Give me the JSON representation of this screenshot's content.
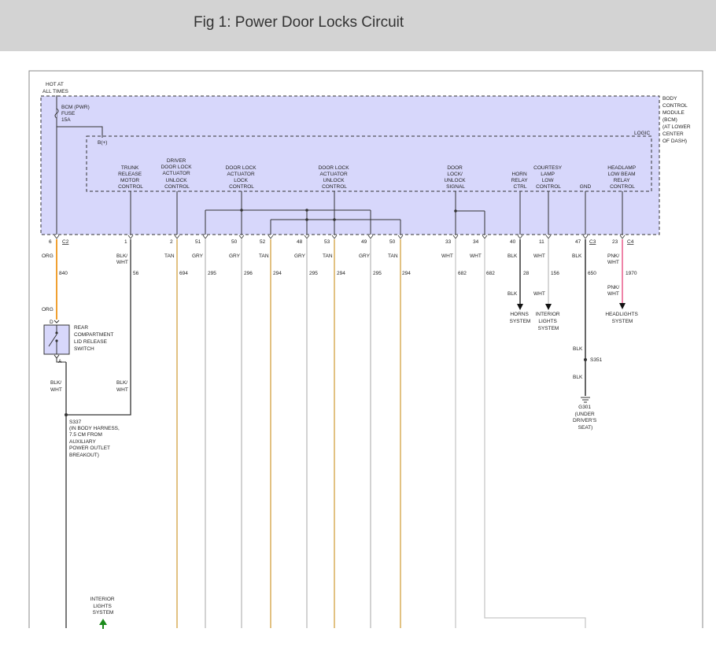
{
  "page": {
    "title": "Fig 1: Power Door Locks Circuit"
  },
  "diagram": {
    "power_source": {
      "label_line1": "HOT AT",
      "label_line2": "ALL TIMES"
    },
    "fuse": {
      "line1": "BCM (PWR)",
      "line2": "FUSE",
      "line3": "15A"
    },
    "bcm": {
      "label_lines": [
        "BODY",
        "CONTROL",
        "MODULE",
        "(BCM)",
        "(AT LOWER",
        "CENTER",
        "OF DASH)"
      ],
      "logic_label": "LOGIC",
      "supply_label": "B(+)"
    },
    "functions": [
      {
        "lines": [
          "TRUNK",
          "RELEASE",
          "MOTOR",
          "CONTROL"
        ]
      },
      {
        "lines": [
          "DRIVER",
          "DOOR LOCK",
          "ACTUATOR",
          "UNLOCK",
          "CONTROL"
        ]
      },
      {
        "lines": [
          "DOOR LOCK",
          "ACTUATOR",
          "LOCK",
          "CONTROL"
        ]
      },
      {
        "lines": [
          "DOOR LOCK",
          "ACTUATOR",
          "UNLOCK",
          "CONTROL"
        ]
      },
      {
        "lines": [
          "DOOR",
          "LOCK/",
          "UNLOCK",
          "SIGNAL"
        ]
      },
      {
        "lines": [
          "HORN",
          "RELAY",
          "CTRL"
        ]
      },
      {
        "lines": [
          "COURTESY",
          "LAMP",
          "LOW",
          "CONTROL"
        ]
      },
      {
        "lines": [
          "GND"
        ]
      },
      {
        "lines": [
          "HEADLAMP",
          "LOW BEAM",
          "RELAY",
          "CONTROL"
        ]
      }
    ],
    "pins": [
      "6",
      "1",
      "2",
      "51",
      "50",
      "52",
      "48",
      "53",
      "49",
      "50",
      "33",
      "34",
      "40",
      "11",
      "47",
      "23"
    ],
    "connectors": [
      "C2",
      "C3",
      "C4"
    ],
    "wire_colors": [
      "ORG",
      "BLK/",
      "WHT",
      "TAN",
      "GRY",
      "GRY",
      "TAN",
      "GRY",
      "TAN",
      "GRY",
      "TAN",
      "WHT",
      "WHT",
      "BLK",
      "WHT",
      "BLK",
      "PNK/",
      "WHT"
    ],
    "circuits": [
      "840",
      "56",
      "694",
      "295",
      "296",
      "294",
      "295",
      "294",
      "295",
      "294",
      "682",
      "682",
      "28",
      "156",
      "650",
      "1970"
    ],
    "switch": {
      "pre_color": "ORG",
      "pin_top": "D",
      "pin_bottom": "A",
      "label_lines": [
        "REAR",
        "COMPARTMENT",
        "LID RELEASE",
        "SWITCH"
      ]
    },
    "below_switch": {
      "left_color": [
        "BLK/",
        "WHT"
      ],
      "right_color": [
        "BLK/",
        "WHT"
      ]
    },
    "splice_s337": {
      "lines": [
        "S337",
        "(IN BODY HARNESS,",
        "7.5 CM FROM",
        "AUXILIARY",
        "POWER OUTLET",
        "BREAKOUT)"
      ]
    },
    "destinations": {
      "horns": {
        "color": "BLK",
        "lines": [
          "HORNS",
          "SYSTEM"
        ]
      },
      "interior_upper": {
        "color": "WHT",
        "lines": [
          "INTERIOR",
          "LIGHTS",
          "SYSTEM"
        ]
      },
      "headlights": {
        "color": [
          "PNK/",
          "WHT"
        ],
        "lines": [
          "HEADLIGHTS",
          "SYSTEM"
        ]
      },
      "interior_lower": {
        "lines": [
          "INTERIOR",
          "LIGHTS",
          "SYSTEM"
        ]
      }
    },
    "ground": {
      "color_above": "BLK",
      "splice": "S351",
      "color_below": "BLK",
      "lines": [
        "G301",
        "(UNDER",
        "DRIVER'S",
        "SEAT)"
      ]
    },
    "colors": {
      "bcm_fill": "#d7d7fb",
      "org_wire": "#f0a030",
      "tan_wire": "#d2a040",
      "gry_wire": "#bbbbbb",
      "wht_wire": "#c8c8c8",
      "pnk_wire": "#e85a8a",
      "blk_wire": "#333333",
      "green_arrow": "#1a8a1a"
    }
  }
}
